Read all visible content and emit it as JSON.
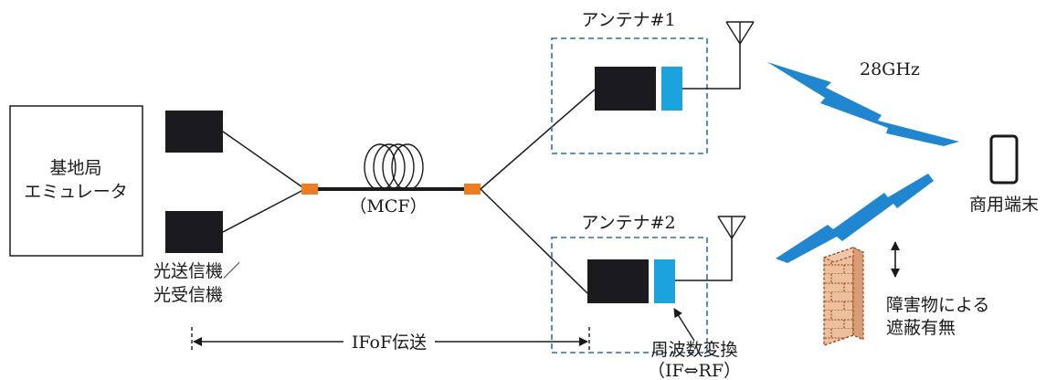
{
  "base_station": {
    "line1": "基地局",
    "line2": "エミュレータ"
  },
  "transceiver": {
    "line1": "光送信機／",
    "line2": "光受信機"
  },
  "fiber": {
    "label": "（MCF）"
  },
  "ifof": {
    "label": "IFoF伝送"
  },
  "antenna1": {
    "label": "アンテナ#1"
  },
  "antenna2": {
    "label": "アンテナ#2"
  },
  "freq_conv": {
    "line1": "周波数変換",
    "line2": "（IF⇔RF）"
  },
  "band": {
    "label": "28GHz"
  },
  "terminal": {
    "label": "商用端末"
  },
  "obstacle": {
    "line1": "障害物による",
    "line2": "遮蔽有無"
  },
  "colors": {
    "module": "#1b1a1f",
    "converter": "#1aa3dc",
    "connector": "#ee7d22",
    "dashed_box": "#2a6fb4",
    "radio_wave": "#1f86cf",
    "brick": "#e8b48e",
    "brick_stroke": "#9a4b28"
  }
}
